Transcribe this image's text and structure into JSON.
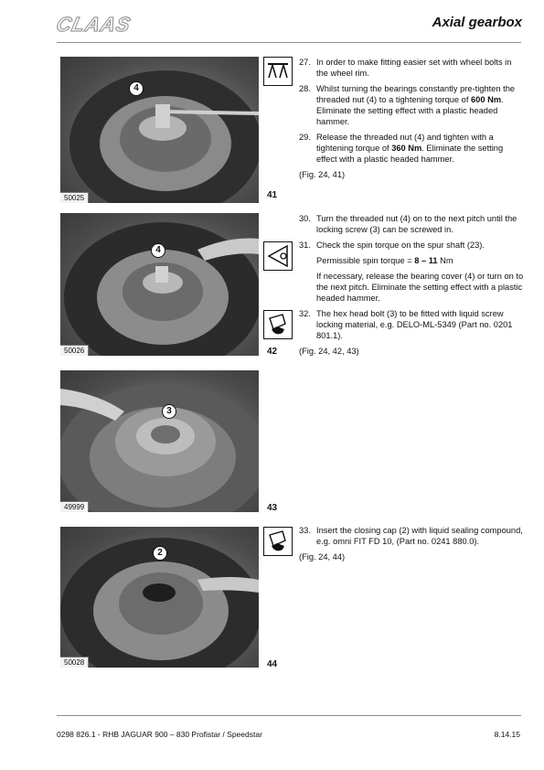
{
  "header": {
    "logo": "CLAAS",
    "title": "Axial gearbox"
  },
  "figures": [
    {
      "code": "50025",
      "number": "41",
      "callout": "4"
    },
    {
      "code": "50026",
      "number": "42",
      "callout": "4"
    },
    {
      "code": "49999",
      "number": "43",
      "callout": "3"
    },
    {
      "code": "50028",
      "number": "44",
      "callout": "2"
    }
  ],
  "icons": [
    "support-stand-icon",
    "torque-gauge-icon",
    "sealant-tube-icon",
    "sealant-tube-icon"
  ],
  "blocks": {
    "b1": {
      "s27": {
        "n": "27.",
        "text": "In order to make fitting easier set with wheel bolts in the wheel rim."
      },
      "s28": {
        "n": "28.",
        "pre": "Whilst turning the bearings constantly pre-tighten the threaded nut (4) to a tightening torque of ",
        "bold": "600 Nm",
        "post": ". Eliminate the setting effect with a plastic headed hammer."
      },
      "s29": {
        "n": "29.",
        "pre": "Release the threaded nut (4) and tighten with a tightening torque of ",
        "bold": "360 Nm",
        "post": ". Eliminate the setting effect with a plastic headed hammer."
      },
      "ref": "(Fig. 24, 41)"
    },
    "b2": {
      "s30": {
        "n": "30.",
        "text": "Turn the threaded nut (4) on to the next pitch until the locking screw (3) can be screwed in."
      },
      "s31": {
        "n": "31.",
        "text": "Check the spin torque on the spur shaft (23)."
      },
      "torque": {
        "pre": "Permissible spin torque = ",
        "bold": "8 – 11",
        "post": " Nm"
      },
      "note": "If necessary, release the bearing cover (4) or turn on to the next pitch. Eliminate the setting effect with a plastic headed hammer.",
      "s32": {
        "n": "32.",
        "text": "The hex head bolt (3) to be fitted with liquid screw locking material, e.g. DELO-ML-5349 (Part no. 0201 801.1)."
      },
      "ref": "(Fig. 24, 42, 43)"
    },
    "b3": {
      "s33": {
        "n": "33.",
        "text": "Insert the closing cap (2) with liquid sealing compound, e.g. omni FIT FD 10, (Part no. 0241 880.0)."
      },
      "ref": "(Fig. 24, 44)"
    }
  },
  "footer": {
    "left": "0298 826.1 - RHB JAGUAR 900 – 830 Profistar / Speedstar",
    "right": "8.14.15"
  }
}
